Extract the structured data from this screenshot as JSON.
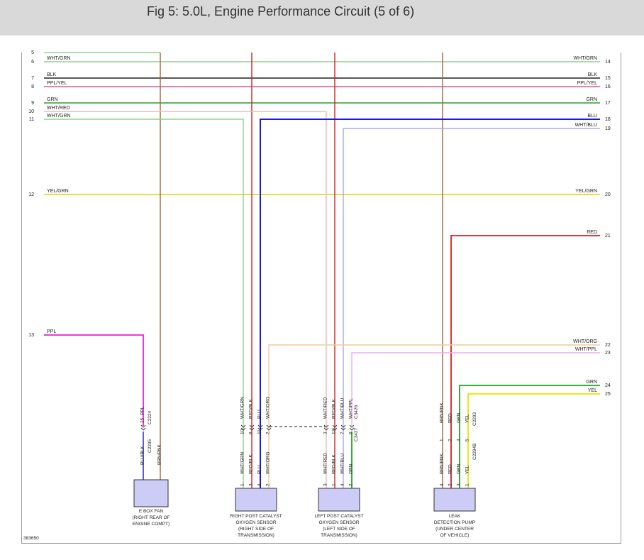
{
  "title": "Fig 5: 5.0L, Engine Performance Circuit (5 of 6)",
  "figure_id": "383650",
  "colors": {
    "BRN": "#9a6a3a",
    "RED": "#d42020",
    "BLU": "#1a1adc",
    "GRN": "#22a622",
    "YEL": "#e6e600",
    "PPL": "#e81ee8",
    "BLK": "#222222",
    "WHT/GRN": "#8fd08f",
    "PPL/YEL": "#ee4e9e",
    "WHT/RED": "#f0b8b8",
    "WHT/BLU": "#a8a8ee",
    "YEL/GRN": "#d8d800",
    "WHT/ORG": "#f0c8a0",
    "WHT/PPL": "#eeaaee",
    "BLU/BLK": "#4a4ad0",
    "BRN/PNK": "#c07a5a",
    "connector": "#ccccf6"
  },
  "left_circuits": [
    {
      "num": "5",
      "label": ""
    },
    {
      "num": "6",
      "label": "WHT/GRN"
    },
    {
      "num": "7",
      "label": "BLK"
    },
    {
      "num": "8",
      "label": "PPL/YEL"
    },
    {
      "num": "9",
      "label": "GRN"
    },
    {
      "num": "10",
      "label": "WHT/RED"
    },
    {
      "num": "11",
      "label": "WHT/GRN"
    },
    {
      "num": "12",
      "label": "YEL/GRN"
    },
    {
      "num": "13",
      "label": "PPL"
    }
  ],
  "right_circuits": [
    {
      "num": "14",
      "label": "WHT/GRN"
    },
    {
      "num": "15",
      "label": "BLK"
    },
    {
      "num": "16",
      "label": "PPL/YEL"
    },
    {
      "num": "17",
      "label": "GRN"
    },
    {
      "num": "18",
      "label": "BLU"
    },
    {
      "num": "19",
      "label": "WHT/BLU"
    },
    {
      "num": "20",
      "label": "YEL/GRN"
    },
    {
      "num": "21",
      "label": "RED"
    },
    {
      "num": "22",
      "label": "WHT/ORG"
    },
    {
      "num": "23",
      "label": "WHT/PPL"
    },
    {
      "num": "24",
      "label": "GRN"
    },
    {
      "num": "25",
      "label": "YEL"
    }
  ],
  "components": [
    {
      "id": "ebox",
      "name_lines": [
        "E BOX FAN",
        "(RIGHT REAR OF",
        "ENGINE COMPT)"
      ]
    },
    {
      "id": "ro2",
      "name_lines": [
        "RIGHT POST CATALYST",
        "OXYGEN SENSOR",
        "(RIGHT SIDE OF",
        "TRANSMISSION)"
      ]
    },
    {
      "id": "lo2",
      "name_lines": [
        "LEFT POST CATALYST",
        "OXYGEN SENSOR",
        "(LEFT SIDE OF",
        "TRANSMISSION)"
      ]
    },
    {
      "id": "ldp",
      "name_lines": [
        "LEAK",
        "DETECTION PUMP",
        "(UNDER CENTER",
        "OF VEHICLE)"
      ]
    }
  ],
  "connectors": {
    "c2224": "C2224",
    "c2295": "C2295",
    "c3426": "C3426",
    "c3427": "C3427",
    "c2293": "C2293",
    "c2294b": "C2294B"
  },
  "wires": {
    "ebox_upper": [
      {
        "pin": "15",
        "label": "PPL"
      }
    ],
    "ebox_lower": [
      {
        "pin": "1",
        "label": "BLU/BLK"
      },
      {
        "pin": "2",
        "label": "BRN/PNK"
      }
    ],
    "ro2_upper": [
      {
        "pin": "10",
        "label": "WHT/GRN"
      },
      {
        "pin": "8",
        "label": "RED/BLK"
      },
      {
        "pin": "11",
        "label": "BLU"
      },
      {
        "pin": "2",
        "label": "WHT/ORG"
      }
    ],
    "ro2_lower": [
      {
        "pin": "1",
        "label": "WHT/GRN"
      },
      {
        "pin": "3",
        "label": "RED/BLK"
      },
      {
        "pin": "4",
        "label": "BLU"
      },
      {
        "pin": "2",
        "label": "WHT/ORG"
      }
    ],
    "lo2_upper": [
      {
        "pin": "3",
        "label": "WHT/RED"
      },
      {
        "pin": "12",
        "label": "RED/BLK"
      },
      {
        "pin": "7",
        "label": "WHT/BLU"
      },
      {
        "pin": "6",
        "label": "WHT/PPL"
      }
    ],
    "lo2_lower": [
      {
        "pin": "3",
        "label": "WHT/RED"
      },
      {
        "pin": "1",
        "label": "RED/BLK"
      },
      {
        "pin": "4",
        "label": "WHT/BLU"
      },
      {
        "pin": "2",
        "label": "GRN"
      }
    ],
    "ldp_upper": [
      {
        "pin": "1",
        "label": "BRN/PNK"
      },
      {
        "pin": "2",
        "label": "RED"
      },
      {
        "pin": "3",
        "label": "GRN"
      },
      {
        "pin": "5",
        "label": "YEL"
      }
    ],
    "ldp_lower": [
      {
        "pin": "4",
        "label": "BRN/PNK"
      },
      {
        "pin": "2",
        "label": "RED"
      },
      {
        "pin": "3",
        "label": "GRN"
      },
      {
        "pin": "1",
        "label": "YEL"
      }
    ]
  }
}
